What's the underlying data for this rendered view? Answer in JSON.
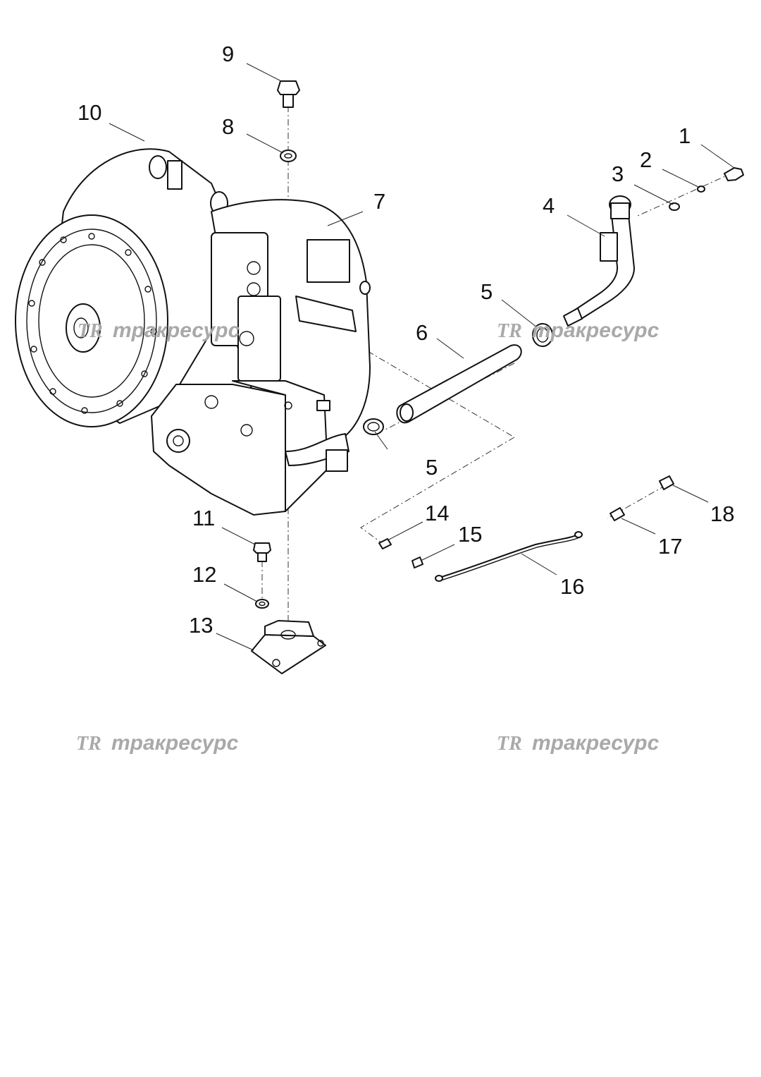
{
  "callouts": [
    {
      "id": "1",
      "label": "1"
    },
    {
      "id": "2",
      "label": "2"
    },
    {
      "id": "3",
      "label": "3"
    },
    {
      "id": "4",
      "label": "4"
    },
    {
      "id": "5a",
      "label": "5"
    },
    {
      "id": "5b",
      "label": "5"
    },
    {
      "id": "6",
      "label": "6"
    },
    {
      "id": "7",
      "label": "7"
    },
    {
      "id": "8",
      "label": "8"
    },
    {
      "id": "9",
      "label": "9"
    },
    {
      "id": "10",
      "label": "10"
    },
    {
      "id": "11",
      "label": "11"
    },
    {
      "id": "12",
      "label": "12"
    },
    {
      "id": "13",
      "label": "13"
    },
    {
      "id": "14",
      "label": "14"
    },
    {
      "id": "15",
      "label": "15"
    },
    {
      "id": "16",
      "label": "16"
    },
    {
      "id": "17",
      "label": "17"
    },
    {
      "id": "18",
      "label": "18"
    }
  ],
  "watermark": {
    "logo": "TR",
    "text": "тракресурс",
    "color": "#a9a9a9"
  }
}
